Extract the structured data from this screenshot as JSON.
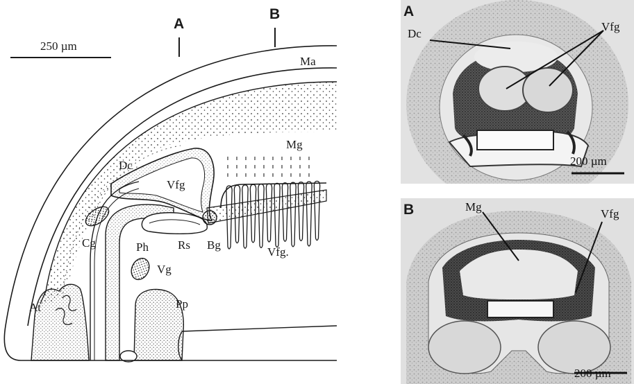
{
  "scale_bar": {
    "label": "250 µm"
  },
  "section_markers": {
    "a": "A",
    "b": "B"
  },
  "drawing_labels": {
    "ma": "Ma",
    "mg": "Mg",
    "dc": "Dc",
    "vfg": "Vfg",
    "cg": "Cg",
    "ph": "Ph",
    "rs": "Rs",
    "bg": "Bg",
    "vfg_lower": "Vfg.",
    "vg": "Vg",
    "at": "At",
    "pp": "Pp"
  },
  "photo_a": {
    "panel_label": "A",
    "dc": "Dc",
    "vfg": "Vfg",
    "scale": "200 µm"
  },
  "photo_b": {
    "panel_label": "B",
    "mg": "Mg",
    "vfg": "Vfg",
    "scale": "200 µm"
  },
  "colors": {
    "ink": "#1a1a1a",
    "tissue_light": "#d4d4d4",
    "tissue_mid": "#8f8f8f",
    "tissue_dark": "#2e2e2e"
  }
}
